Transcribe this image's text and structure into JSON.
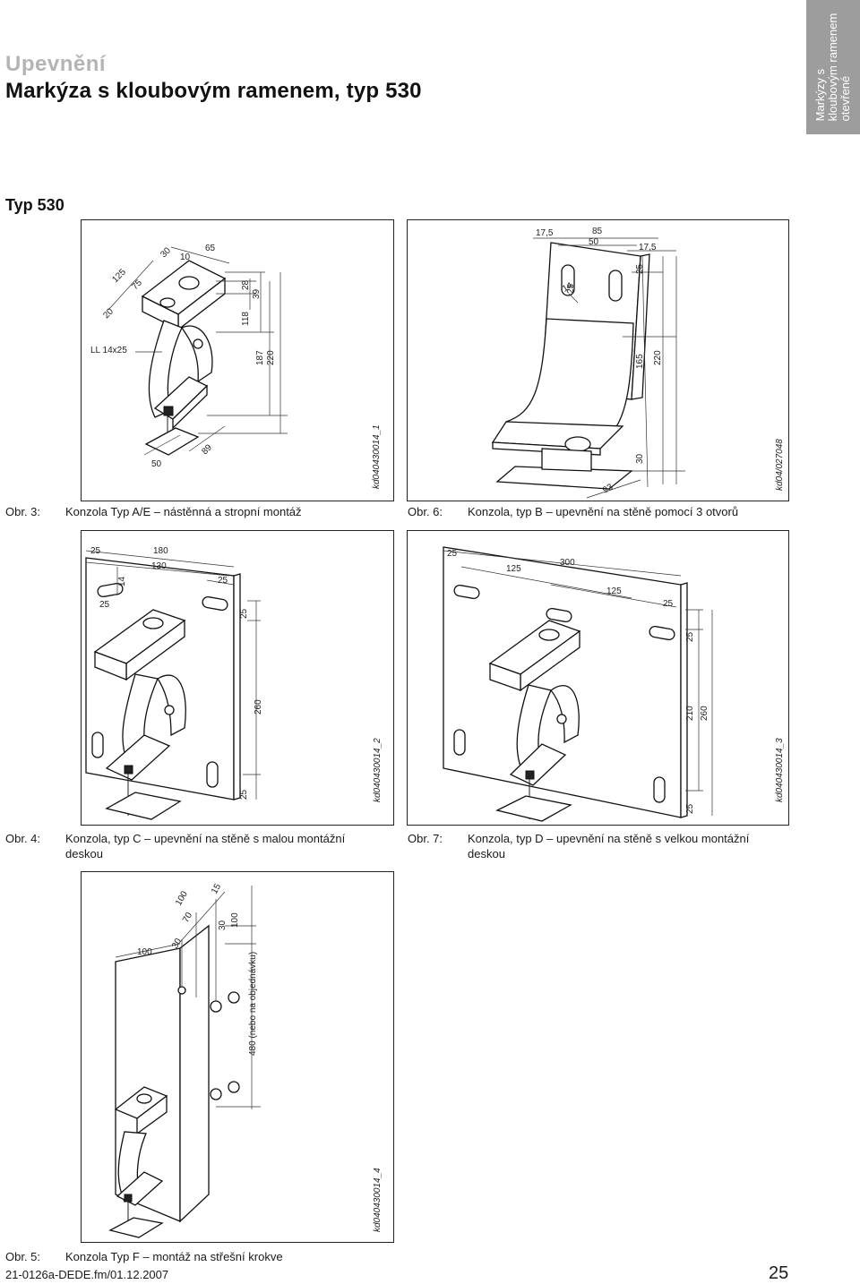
{
  "header": {
    "section_title": "Upevnění",
    "main_title": "Markýza s kloubovým ramenem, typ 530",
    "side_tab_lines": [
      "Markýzy s",
      "kloubovým ramenem",
      "otevřené"
    ],
    "tab_color": "#9d9d9d"
  },
  "type_label": "Typ 530",
  "figures": [
    {
      "id": "fig3",
      "number": "Obr. 3:",
      "caption": "Konzola Typ A/E – nástěnná a stropní montáž",
      "ref": "kd040430014_1",
      "dimensions": [
        "125",
        "75",
        "30",
        "10",
        "65",
        "20",
        "28",
        "39",
        "118",
        "187",
        "220",
        "LL 14x25",
        "89",
        "50"
      ]
    },
    {
      "id": "fig6",
      "number": "Obr. 6:",
      "caption": "Konzola, typ B – upevnění na stěně pomocí 3 otvorů",
      "ref": "kd04/027048",
      "dimensions": [
        "17,5",
        "85",
        "50",
        "17,5",
        "25",
        "14",
        "25",
        "165",
        "220",
        "30",
        "93"
      ]
    },
    {
      "id": "fig4",
      "number": "Obr. 4:",
      "caption": "Konzola, typ C – upevnění na stěně s malou montážní deskou",
      "ref": "kd040430014_2",
      "dimensions": [
        "25",
        "180",
        "130",
        "14",
        "25",
        "25",
        "25",
        "260",
        "25"
      ]
    },
    {
      "id": "fig7",
      "number": "Obr. 7:",
      "caption": "Konzola, typ D – upevnění na stěně s velkou montážní deskou",
      "ref": "kd040430014_3",
      "dimensions": [
        "25",
        "300",
        "125",
        "125",
        "25",
        "25",
        "210",
        "260",
        "25"
      ]
    },
    {
      "id": "fig5",
      "number": "Obr. 5:",
      "caption": "Konzola Typ F – montáž na střešní krokve",
      "ref": "kd040430014_4",
      "dimensions": [
        "100",
        "15",
        "70",
        "100",
        "30",
        "30",
        "100",
        "480 (nebo na objednávku)"
      ]
    }
  ],
  "footer": {
    "doc_id": "21-0126a-DEDE.fm/01.12.2007",
    "page_number": "25"
  }
}
